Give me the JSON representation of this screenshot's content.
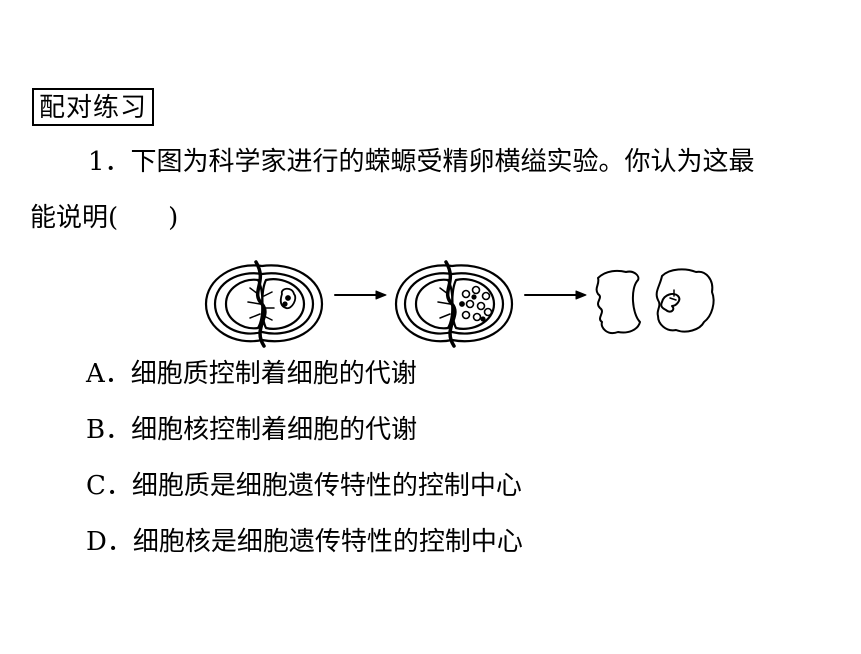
{
  "section_title": "配对练习",
  "question": {
    "number": "1．",
    "line1": "下图为科学家进行的蝾螈受精卵横缢实验。你认为这最",
    "line2_prefix": "能说明(",
    "line2_suffix": ")"
  },
  "options": [
    {
      "letter": "A．",
      "text": "细胞质控制着细胞的代谢"
    },
    {
      "letter": "B．",
      "text": "细胞核控制着细胞的代谢"
    },
    {
      "letter": "C．",
      "text": "细胞质是细胞遗传特性的控制中心"
    },
    {
      "letter": "D．",
      "text": "细胞核是细胞遗传特性的控制中心"
    }
  ]
}
